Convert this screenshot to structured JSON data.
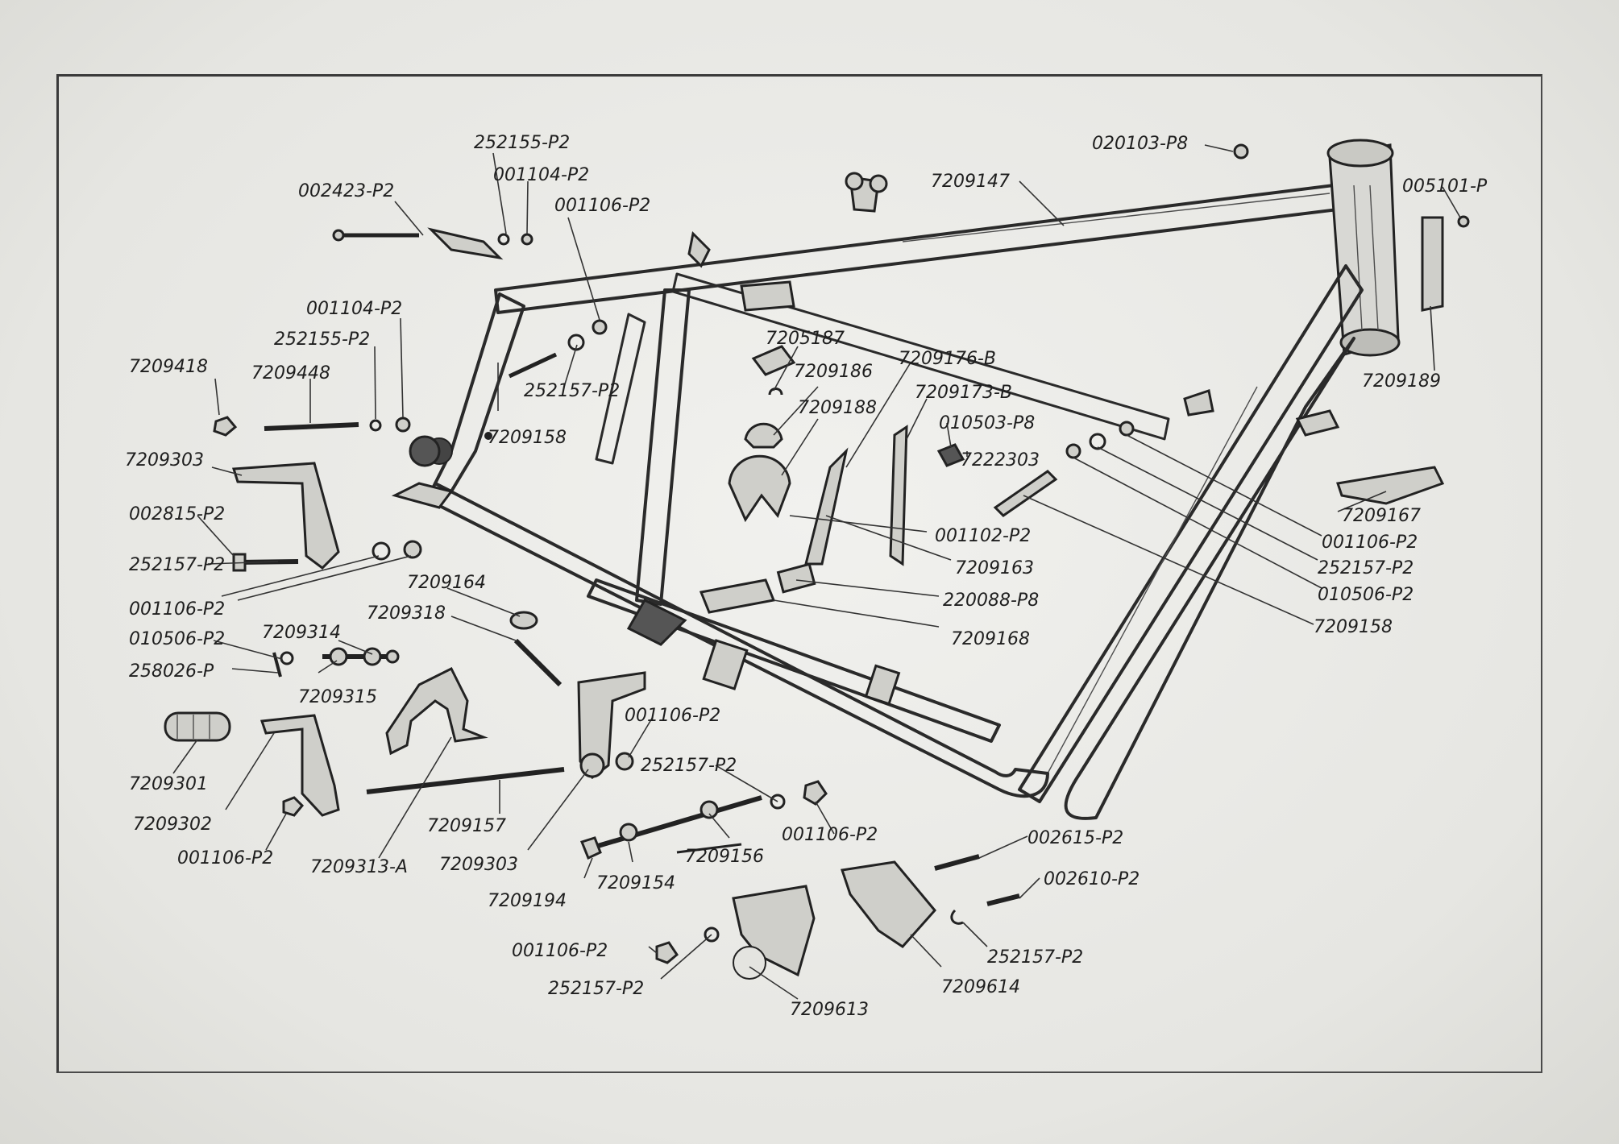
{
  "labels": {
    "l_002423_P2": "002423-P2",
    "l_252155_P2_top": "252155-P2",
    "l_001104_P2_top": "001104-P2",
    "l_001106_P2_top": "001106-P2",
    "l_7209147": "7209147",
    "l_020103_P8": "020103-P8",
    "l_005101_P": "005101-P",
    "l_7209189": "7209189",
    "l_001104_P2_left": "001104-P2",
    "l_252155_P2_left": "252155-P2",
    "l_7209418": "7209418",
    "l_7209448": "7209448",
    "l_7209158_left": "7209158",
    "l_252157_P2_mid": "252157-P2",
    "l_7205187": "7205187",
    "l_7209186": "7209186",
    "l_7209188": "7209188",
    "l_7209176_B": "7209176-B",
    "l_7209173_B": "7209173-B",
    "l_010503_P8": "010503-P8",
    "l_7222303": "7222303",
    "l_7209303_left": "7209303",
    "l_002815_P2": "002815-P2",
    "l_252157_P2_left": "252157-P2",
    "l_001106_P2_left": "001106-P2",
    "l_7209164": "7209164",
    "l_7209318": "7209318",
    "l_010506_P2_left": "010506-P2",
    "l_7209314": "7209314",
    "l_258026_P": "258026-P",
    "l_7209315": "7209315",
    "l_001102_P2": "001102-P2",
    "l_7209163": "7209163",
    "l_220088_P8": "220088-P8",
    "l_7209168": "7209168",
    "l_7209167": "7209167",
    "l_001106_P2_right": "001106-P2",
    "l_252157_P2_right": "252157-P2",
    "l_010506_P2_right": "010506-P2",
    "l_7209158_right": "7209158",
    "l_7209301": "7209301",
    "l_7209302": "7209302",
    "l_001106_P2_bl": "001106-P2",
    "l_7209313_A": "7209313-A",
    "l_7209157": "7209157",
    "l_7209303_bottom": "7209303",
    "l_001106_P2_center": "001106-P2",
    "l_252157_P2_center": "252157-P2",
    "l_001106_P2_bc": "001106-P2",
    "l_7209194": "7209194",
    "l_7209154": "7209154",
    "l_7209156": "7209156",
    "l_002615_P2": "002615-P2",
    "l_002610_P2": "002610-P2",
    "l_252157_P2_br": "252157-P2",
    "l_7209614": "7209614",
    "l_001106_P2_bottom": "001106-P2",
    "l_252157_P2_bottom": "252157-P2",
    "l_7209613": "7209613"
  }
}
